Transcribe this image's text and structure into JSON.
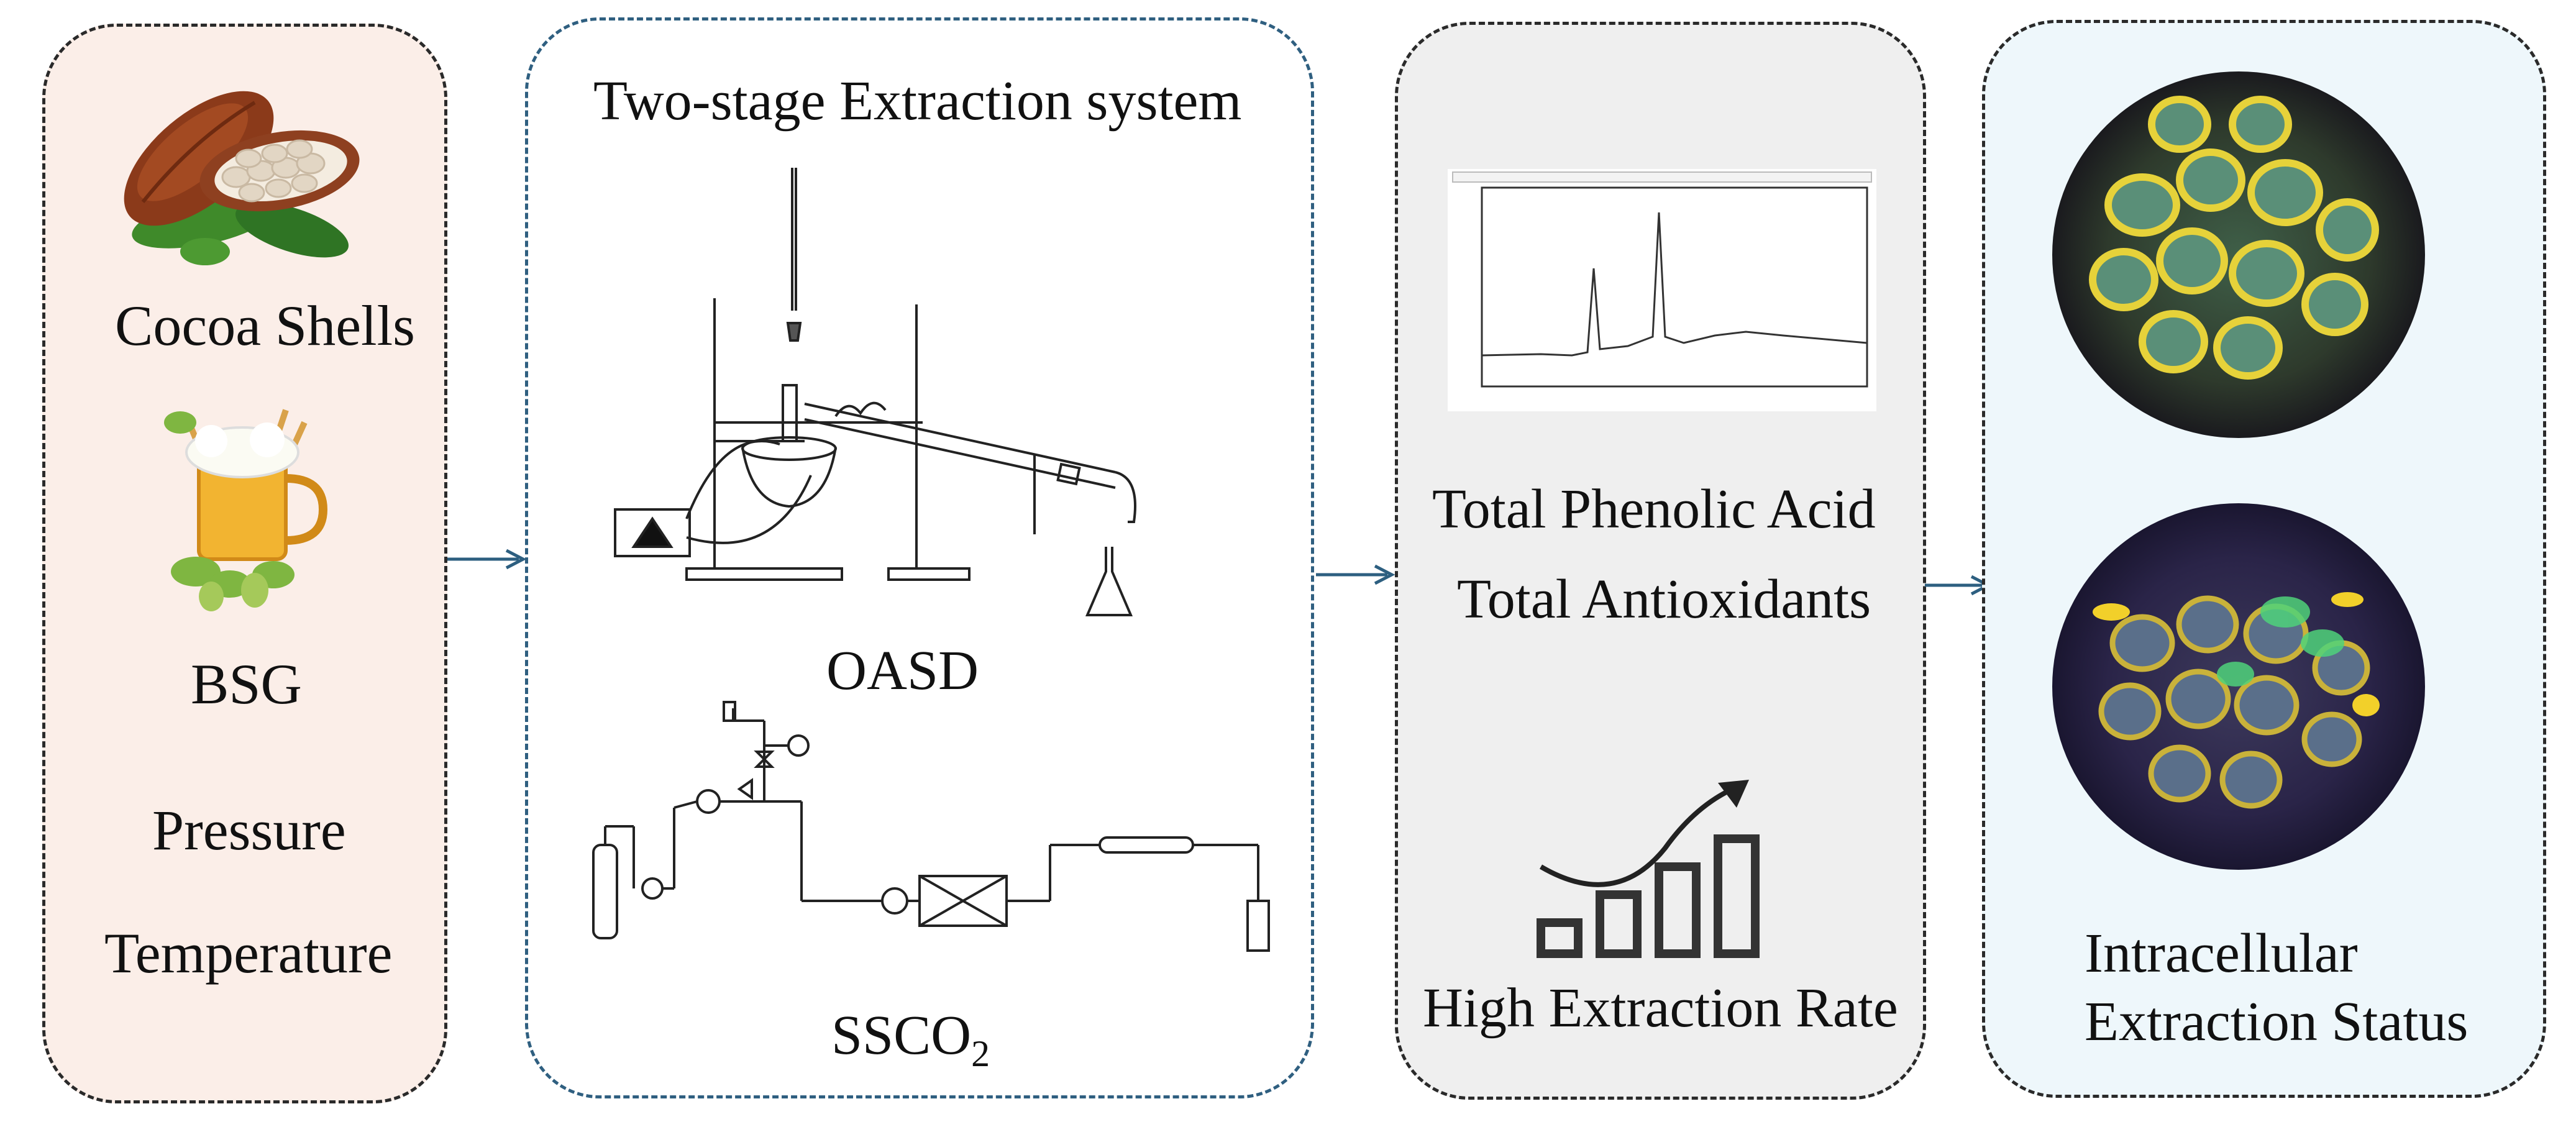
{
  "panel1": {
    "cocoa_label": "Cocoa Shells",
    "bsg_label": "BSG",
    "pressure_label": "Pressure",
    "temperature_label": "Temperature",
    "bg_color": "#fbeee8"
  },
  "panel2": {
    "title": "Two-stage Extraction system",
    "oasd_label": "OASD",
    "ssco2_label_main": "SSCO",
    "ssco2_label_sub": "2",
    "border_color": "#2f5f80"
  },
  "panel3": {
    "phenolic_label": "Total Phenolic Acid",
    "antioxidants_label": "Total Antioxidants",
    "extraction_rate_label": "High Extraction Rate",
    "bg_color": "#efefef"
  },
  "panel4": {
    "status_line1": "Intracellular",
    "status_line2": "Extraction Status",
    "bg_color": "#eef7fb"
  },
  "arrow_color": "#2d5f80"
}
